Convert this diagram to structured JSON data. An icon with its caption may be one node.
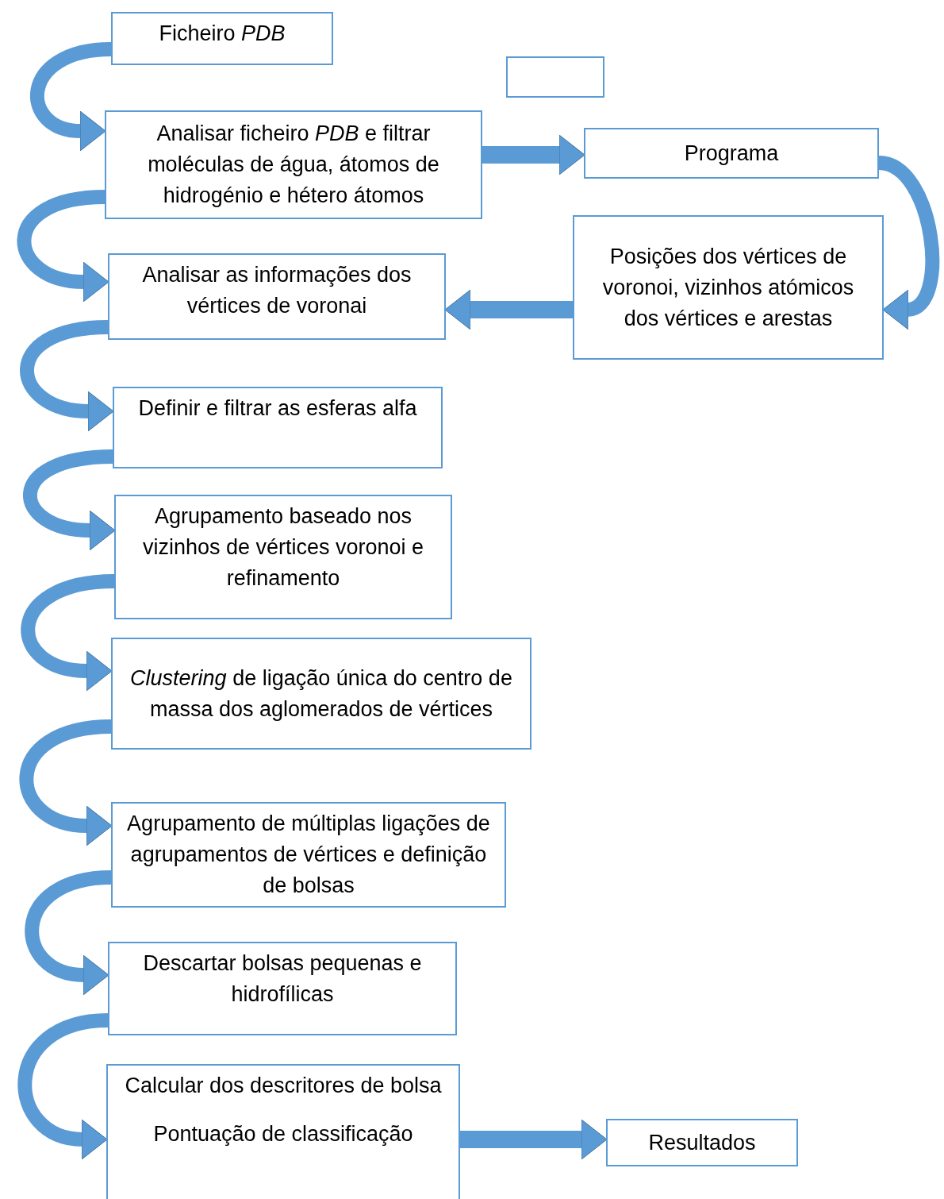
{
  "diagram": {
    "nodes": [
      {
        "text": [
          "Ficheiro *PDB*"
        ]
      },
      {
        "text": [],
        "shape": "box"
      },
      {
        "text": [
          "Analisar ficheiro *PDB* e filtrar moléculas de água, átomos de hidrogénio e hétero átomos"
        ]
      },
      {
        "text": [
          "Programa"
        ]
      },
      {
        "text": [
          "Posições dos vértices de voronoi, vizinhos atómicos dos vértices e arestas"
        ]
      },
      {
        "text": [
          "Analisar as informações dos vértices de voronai"
        ]
      },
      {
        "text": [
          "Definir e filtrar as esferas alfa"
        ]
      },
      {
        "text": [
          "Agrupamento baseado nos vizinhos de vértices voronoi e refinamento"
        ]
      },
      {
        "text": [
          "*Clustering* de ligação única do centro de massa dos aglomerados de vértices"
        ]
      },
      {
        "text": [
          "Agrupamento de múltiplas ligações de agrupamentos de vértices e definição de bolsas"
        ]
      },
      {
        "text": [
          "Descartar bolsas pequenas e hidrofílicas"
        ]
      },
      {
        "text": [
          "Calcular dos descritores de bolsa",
          "Pontuação de classificação"
        ]
      },
      {
        "text": [
          "Resultados"
        ]
      }
    ],
    "edges": [
      {
        "from": 0,
        "to": 2,
        "arrow": "to"
      },
      {
        "from": 2,
        "to": 3,
        "arrow": "to"
      },
      {
        "from": 3,
        "to": 4,
        "arrow": "to"
      },
      {
        "from": 4,
        "to": 5,
        "arrow": "to"
      },
      {
        "from": 2,
        "to": 5,
        "arrow": "to"
      },
      {
        "from": 5,
        "to": 6,
        "arrow": "to"
      },
      {
        "from": 6,
        "to": 7,
        "arrow": "to"
      },
      {
        "from": 7,
        "to": 8,
        "arrow": "to"
      },
      {
        "from": 8,
        "to": 9,
        "arrow": "to"
      },
      {
        "from": 9,
        "to": 10,
        "arrow": "to"
      },
      {
        "from": 10,
        "to": 11,
        "arrow": "to"
      },
      {
        "from": 11,
        "to": 12,
        "arrow": "to"
      }
    ]
  }
}
